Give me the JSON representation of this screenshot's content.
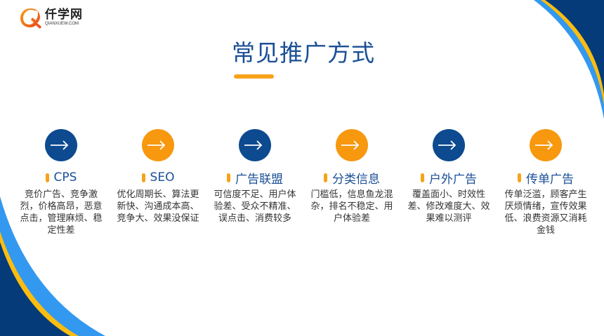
{
  "logo": {
    "name_cn": "仟学网",
    "name_en": "QIANXUEW.COM"
  },
  "title": "常见推广方式",
  "colors": {
    "dark_blue": "#0d4a8f",
    "orange": "#f7980f",
    "title_blue": "#1a4f96",
    "light_blue": "#3398f0",
    "yellow": "#fcbd0f",
    "navy": "#063b7a"
  },
  "items": [
    {
      "label": "CPS",
      "icon": "arrow-right-icon",
      "color": "dark_blue",
      "desc": "竞价广告、竞争激烈，价格高昂，恶意点击，管理麻烦、稳定性差"
    },
    {
      "label": "SEO",
      "icon": "arrow-right-icon",
      "color": "orange",
      "desc": "优化周期长、算法更新快、沟通成本高、竞争大、效果没保证"
    },
    {
      "label": "广告联盟",
      "icon": "arrow-right-icon",
      "color": "dark_blue",
      "desc": "可信度不足、用户体验差、受众不精准、误点击、消费较多"
    },
    {
      "label": "分类信息",
      "icon": "arrow-right-icon",
      "color": "orange",
      "desc": "门槛低，信息鱼龙混杂，排名不稳定、用户体验差"
    },
    {
      "label": "户外广告",
      "icon": "arrow-right-icon",
      "color": "dark_blue",
      "desc": "覆盖面小、时效性差、修改难度大、效果难以测评"
    },
    {
      "label": "传单广告",
      "icon": "arrow-right-icon",
      "color": "orange",
      "desc": "传单泛滥，顾客产生厌烦情绪，宣传效果低、浪费资源又消耗金钱"
    }
  ]
}
